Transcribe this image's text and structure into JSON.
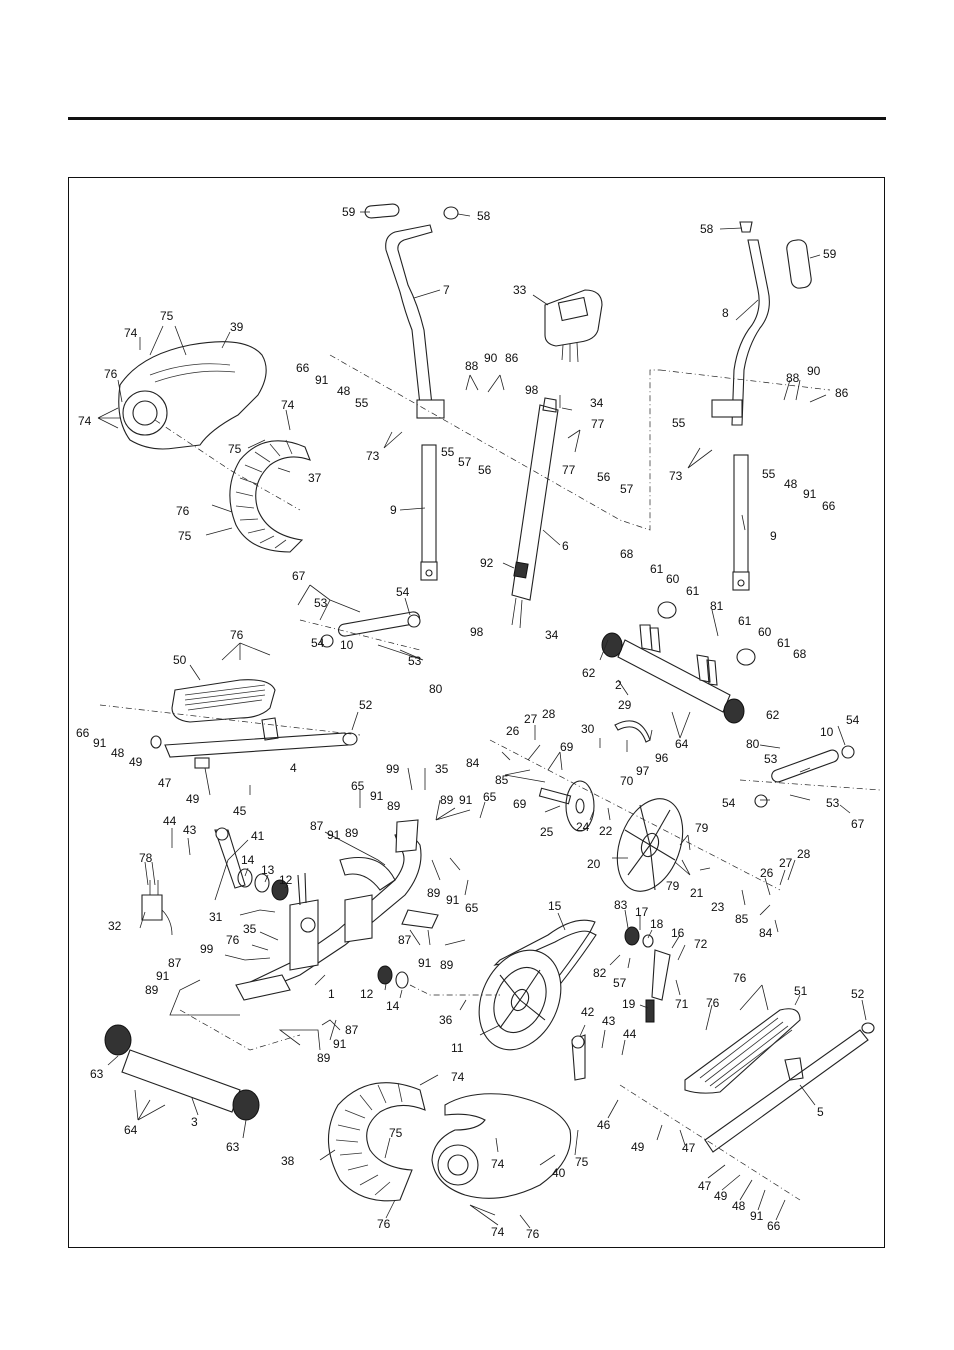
{
  "labels": [
    {
      "id": "p59a",
      "text": "59"
    },
    {
      "id": "p58a",
      "text": "58"
    },
    {
      "id": "p58b",
      "text": "58"
    },
    {
      "id": "p59b",
      "text": "59"
    },
    {
      "id": "p7",
      "text": "7"
    },
    {
      "id": "p33",
      "text": "33"
    },
    {
      "id": "p8",
      "text": "8"
    },
    {
      "id": "p75a",
      "text": "75"
    },
    {
      "id": "p74a",
      "text": "74"
    },
    {
      "id": "p39",
      "text": "39"
    },
    {
      "id": "p66a",
      "text": "66"
    },
    {
      "id": "p91a",
      "text": "91"
    },
    {
      "id": "p48a",
      "text": "48"
    },
    {
      "id": "p55a",
      "text": "55"
    },
    {
      "id": "p88a",
      "text": "88"
    },
    {
      "id": "p90a",
      "text": "90"
    },
    {
      "id": "p86a",
      "text": "86"
    },
    {
      "id": "p98a",
      "text": "98"
    },
    {
      "id": "p34a",
      "text": "34"
    },
    {
      "id": "p88b",
      "text": "88"
    },
    {
      "id": "p90b",
      "text": "90"
    },
    {
      "id": "p86b",
      "text": "86"
    },
    {
      "id": "p55b",
      "text": "55"
    },
    {
      "id": "p76a",
      "text": "76"
    },
    {
      "id": "p74b",
      "text": "74"
    },
    {
      "id": "p74c",
      "text": "74"
    },
    {
      "id": "p75b",
      "text": "75"
    },
    {
      "id": "p37",
      "text": "37"
    },
    {
      "id": "p73a",
      "text": "73"
    },
    {
      "id": "p55c",
      "text": "55"
    },
    {
      "id": "p57a",
      "text": "57"
    },
    {
      "id": "p56a",
      "text": "56"
    },
    {
      "id": "p77a",
      "text": "77"
    },
    {
      "id": "p77b",
      "text": "77"
    },
    {
      "id": "p73b",
      "text": "73"
    },
    {
      "id": "p55d",
      "text": "55"
    },
    {
      "id": "p48b",
      "text": "48"
    },
    {
      "id": "p91b",
      "text": "91"
    },
    {
      "id": "p66b",
      "text": "66"
    },
    {
      "id": "p56b",
      "text": "56"
    },
    {
      "id": "p57b",
      "text": "57"
    },
    {
      "id": "p76b",
      "text": "76"
    },
    {
      "id": "p75c",
      "text": "75"
    },
    {
      "id": "p9a",
      "text": "9"
    },
    {
      "id": "p6",
      "text": "6"
    },
    {
      "id": "p9b",
      "text": "9"
    },
    {
      "id": "p92",
      "text": "92"
    },
    {
      "id": "p68a",
      "text": "68"
    },
    {
      "id": "p61a",
      "text": "61"
    },
    {
      "id": "p60a",
      "text": "60"
    },
    {
      "id": "p61b",
      "text": "61"
    },
    {
      "id": "p67a",
      "text": "67"
    },
    {
      "id": "p53a",
      "text": "53"
    },
    {
      "id": "p54a",
      "text": "54"
    },
    {
      "id": "p81",
      "text": "81"
    },
    {
      "id": "p61c",
      "text": "61"
    },
    {
      "id": "p60b",
      "text": "60"
    },
    {
      "id": "p61d",
      "text": "61"
    },
    {
      "id": "p98b",
      "text": "98"
    },
    {
      "id": "p34b",
      "text": "34"
    },
    {
      "id": "p68b",
      "text": "68"
    },
    {
      "id": "p54b",
      "text": "54"
    },
    {
      "id": "p10a",
      "text": "10"
    },
    {
      "id": "p53b",
      "text": "53"
    },
    {
      "id": "p80a",
      "text": "80"
    },
    {
      "id": "p76c",
      "text": "76"
    },
    {
      "id": "p62a",
      "text": "62"
    },
    {
      "id": "p2",
      "text": "2"
    },
    {
      "id": "p50",
      "text": "50"
    },
    {
      "id": "p62b",
      "text": "62"
    },
    {
      "id": "p52a",
      "text": "52"
    },
    {
      "id": "p29",
      "text": "29"
    },
    {
      "id": "p64a",
      "text": "64"
    },
    {
      "id": "p66c",
      "text": "66"
    },
    {
      "id": "p91c",
      "text": "91"
    },
    {
      "id": "p48c",
      "text": "48"
    },
    {
      "id": "p49a",
      "text": "49"
    },
    {
      "id": "p4",
      "text": "4"
    },
    {
      "id": "p30",
      "text": "30"
    },
    {
      "id": "p27a",
      "text": "27"
    },
    {
      "id": "p28a",
      "text": "28"
    },
    {
      "id": "p26a",
      "text": "26"
    },
    {
      "id": "p96",
      "text": "96"
    },
    {
      "id": "p97",
      "text": "97"
    },
    {
      "id": "p70",
      "text": "70"
    },
    {
      "id": "p80b",
      "text": "80"
    },
    {
      "id": "p10b",
      "text": "10"
    },
    {
      "id": "p54c",
      "text": "54"
    },
    {
      "id": "p84a",
      "text": "84"
    },
    {
      "id": "p69a",
      "text": "69"
    },
    {
      "id": "p47a",
      "text": "47"
    },
    {
      "id": "p85a",
      "text": "85"
    },
    {
      "id": "p53c",
      "text": "53"
    },
    {
      "id": "p99a",
      "text": "99"
    },
    {
      "id": "p35a",
      "text": "35"
    },
    {
      "id": "p49b",
      "text": "49"
    },
    {
      "id": "p69b",
      "text": "69"
    },
    {
      "id": "p45",
      "text": "45"
    },
    {
      "id": "p54d",
      "text": "54"
    },
    {
      "id": "p53d",
      "text": "53"
    },
    {
      "id": "p65a",
      "text": "65"
    },
    {
      "id": "p91d",
      "text": "91"
    },
    {
      "id": "p89a",
      "text": "89"
    },
    {
      "id": "p89b",
      "text": "89"
    },
    {
      "id": "p91e",
      "text": "91"
    },
    {
      "id": "p65b",
      "text": "65"
    },
    {
      "id": "p25",
      "text": "25"
    },
    {
      "id": "p24",
      "text": "24"
    },
    {
      "id": "p22",
      "text": "22"
    },
    {
      "id": "p67b",
      "text": "67"
    },
    {
      "id": "p44a",
      "text": "44"
    },
    {
      "id": "p43a",
      "text": "43"
    },
    {
      "id": "p41",
      "text": "41"
    },
    {
      "id": "p87a",
      "text": "87"
    },
    {
      "id": "p91f",
      "text": "91"
    },
    {
      "id": "p89c",
      "text": "89"
    },
    {
      "id": "p79a",
      "text": "79"
    },
    {
      "id": "p78",
      "text": "78"
    },
    {
      "id": "p14a",
      "text": "14"
    },
    {
      "id": "p13",
      "text": "13"
    },
    {
      "id": "p12a",
      "text": "12"
    },
    {
      "id": "p20",
      "text": "20"
    },
    {
      "id": "p79b",
      "text": "79"
    },
    {
      "id": "p21",
      "text": "21"
    },
    {
      "id": "p28b",
      "text": "28"
    },
    {
      "id": "p27b",
      "text": "27"
    },
    {
      "id": "p89d",
      "text": "89"
    },
    {
      "id": "p91g",
      "text": "91"
    },
    {
      "id": "p65c",
      "text": "65"
    },
    {
      "id": "p26b",
      "text": "26"
    },
    {
      "id": "p23",
      "text": "23"
    },
    {
      "id": "p31",
      "text": "31"
    },
    {
      "id": "p15",
      "text": "15"
    },
    {
      "id": "p83",
      "text": "83"
    },
    {
      "id": "p85b",
      "text": "85"
    },
    {
      "id": "p84b",
      "text": "84"
    },
    {
      "id": "p32",
      "text": "32"
    },
    {
      "id": "p35b",
      "text": "35"
    },
    {
      "id": "p17",
      "text": "17"
    },
    {
      "id": "p18",
      "text": "18"
    },
    {
      "id": "p76d",
      "text": "76"
    },
    {
      "id": "p16",
      "text": "16"
    },
    {
      "id": "p87b",
      "text": "87"
    },
    {
      "id": "p91h",
      "text": "91"
    },
    {
      "id": "p89e",
      "text": "89"
    },
    {
      "id": "p99b",
      "text": "99"
    },
    {
      "id": "p72",
      "text": "72"
    },
    {
      "id": "p82",
      "text": "82"
    },
    {
      "id": "p57c",
      "text": "57"
    },
    {
      "id": "p71",
      "text": "71"
    },
    {
      "id": "p87c",
      "text": "87"
    },
    {
      "id": "p91i",
      "text": "91"
    },
    {
      "id": "p89f",
      "text": "89"
    },
    {
      "id": "p1",
      "text": "1"
    },
    {
      "id": "p12b",
      "text": "12"
    },
    {
      "id": "p14b",
      "text": "14"
    },
    {
      "id": "p19",
      "text": "19"
    },
    {
      "id": "p76e",
      "text": "76"
    },
    {
      "id": "p51",
      "text": "51"
    },
    {
      "id": "p52b",
      "text": "52"
    },
    {
      "id": "p36",
      "text": "36"
    },
    {
      "id": "p76f",
      "text": "76"
    },
    {
      "id": "p42",
      "text": "42"
    },
    {
      "id": "p43b",
      "text": "43"
    },
    {
      "id": "p44b",
      "text": "44"
    },
    {
      "id": "p87d",
      "text": "87"
    },
    {
      "id": "p91j",
      "text": "91"
    },
    {
      "id": "p89g",
      "text": "89"
    },
    {
      "id": "p11",
      "text": "11"
    },
    {
      "id": "p63a",
      "text": "63"
    },
    {
      "id": "p74d",
      "text": "74"
    },
    {
      "id": "p5",
      "text": "5"
    },
    {
      "id": "p64b",
      "text": "64"
    },
    {
      "id": "p3",
      "text": "3"
    },
    {
      "id": "p46",
      "text": "46"
    },
    {
      "id": "p63b",
      "text": "63"
    },
    {
      "id": "p75d",
      "text": "75"
    },
    {
      "id": "p49c",
      "text": "49"
    },
    {
      "id": "p47b",
      "text": "47"
    },
    {
      "id": "p74e",
      "text": "74"
    },
    {
      "id": "p75e",
      "text": "75"
    },
    {
      "id": "p38",
      "text": "38"
    },
    {
      "id": "p40",
      "text": "40"
    },
    {
      "id": "p47c",
      "text": "47"
    },
    {
      "id": "p49d",
      "text": "49"
    },
    {
      "id": "p48d",
      "text": "48"
    },
    {
      "id": "p91k",
      "text": "91"
    },
    {
      "id": "p66d",
      "text": "66"
    },
    {
      "id": "p76g",
      "text": "76"
    },
    {
      "id": "p74f",
      "text": "74"
    },
    {
      "id": "p76h",
      "text": "76"
    }
  ]
}
